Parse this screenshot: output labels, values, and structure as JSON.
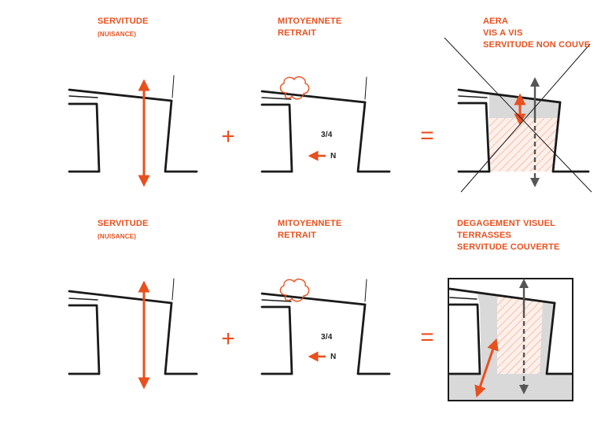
{
  "colors": {
    "accent": "#e8501e",
    "ink": "#1a1a1a",
    "grey_fill": "#d9d9d9",
    "arrow_grey": "#555555",
    "hatch": "#f3a98e"
  },
  "row1": {
    "col1": {
      "title": "SERVITUDE",
      "subtitle": "(NUISANCE)"
    },
    "col2": {
      "line1": "MITOYENNETE",
      "line2": "RETRAIT",
      "ratio": "3/4",
      "north": "N"
    },
    "col3": {
      "line1": "AERA",
      "line2": "VIS A VIS",
      "line3": "SERVITUDE NON COUVE"
    }
  },
  "row2": {
    "col1": {
      "title": "SERVITUDE",
      "subtitle": "(NUISANCE)"
    },
    "col2": {
      "line1": "MITOYENNETE",
      "line2": "RETRAIT",
      "ratio": "3/4",
      "north": "N"
    },
    "col3": {
      "line1": "DEGAGEMENT VISUEL",
      "line2": "TERRASSES",
      "line3": "SERVITUDE COUVERTE"
    }
  },
  "operators": {
    "plus": "+",
    "equals": "="
  }
}
